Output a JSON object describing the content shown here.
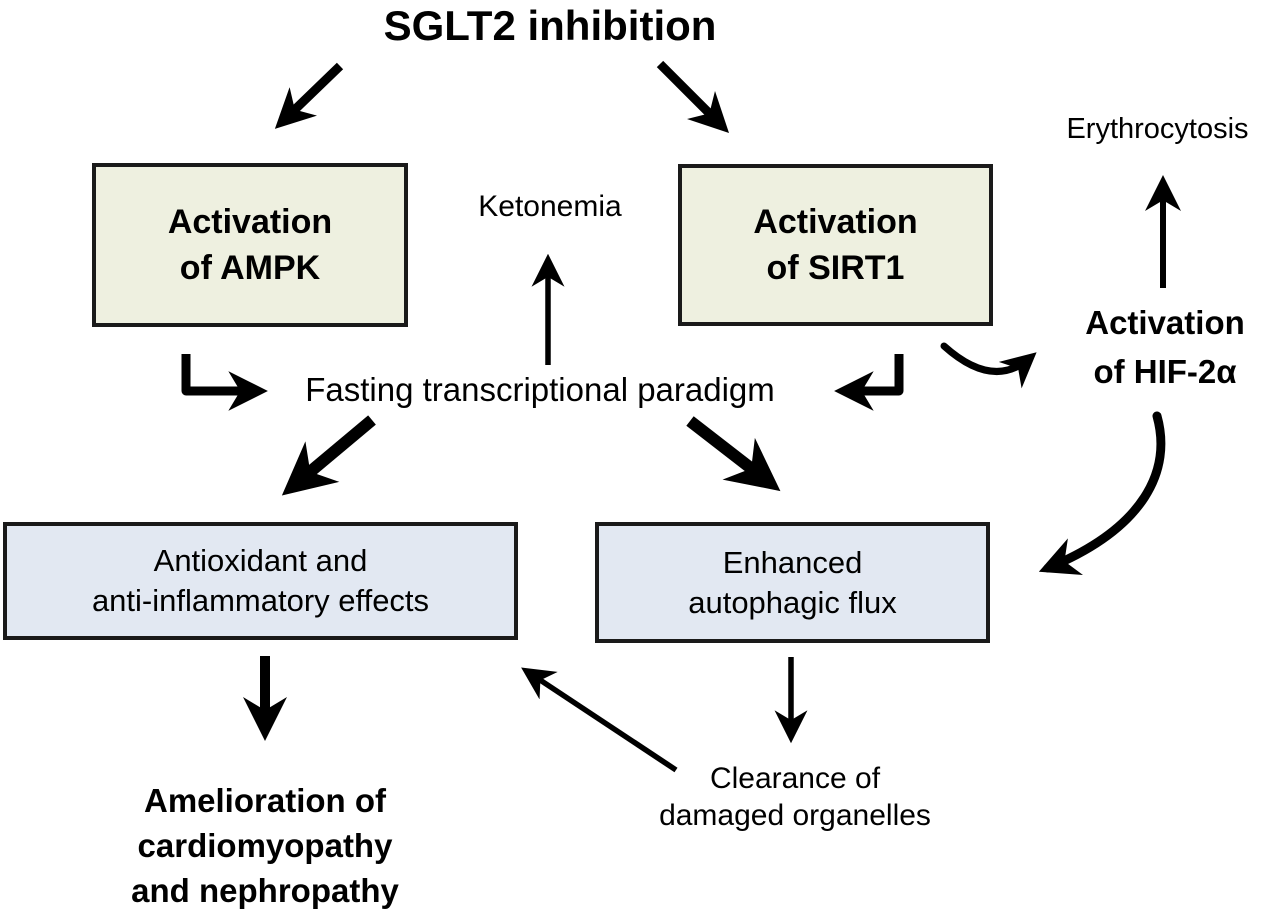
{
  "figure": {
    "type": "pathway-diagram",
    "title": "SGLT2 inhibition"
  },
  "colors": {
    "box_cream": "#eef0e0",
    "box_blue": "#e2e8f2",
    "border": "#1a1a1a",
    "arrow": "#000000",
    "background": "#ffffff",
    "text": "#000000"
  },
  "nodes": {
    "sglt2": {
      "label": "SGLT2 inhibition"
    },
    "ampk": {
      "line1": "Activation",
      "line2": "of AMPK"
    },
    "sirt1": {
      "line1": "Activation",
      "line2": "of SIRT1"
    },
    "ketonemia": {
      "label": "Ketonemia"
    },
    "erythrocytosis": {
      "label": "Erythrocytosis"
    },
    "hif2a": {
      "line1": "Activation",
      "line2": "of HIF-2α"
    },
    "fasting": {
      "label": "Fasting transcriptional paradigm"
    },
    "antioxidant": {
      "line1": "Antioxidant and",
      "line2": "anti-inflammatory effects"
    },
    "autophagy": {
      "line1": "Enhanced",
      "line2": "autophagic flux"
    },
    "amelioration": {
      "line1": "Amelioration of",
      "line2": "cardiomyopathy",
      "line3": "and nephropathy"
    },
    "clearance": {
      "line1": "Clearance of",
      "line2": "damaged organelles"
    }
  },
  "edges": [
    {
      "from": "SGLT2 inhibition",
      "to": "Activation of AMPK",
      "style": "bold-diagonal"
    },
    {
      "from": "SGLT2 inhibition",
      "to": "Activation of SIRT1",
      "style": "bold-diagonal"
    },
    {
      "from": "Activation of AMPK",
      "to": "Fasting transcriptional paradigm",
      "style": "bold-elbow"
    },
    {
      "from": "Activation of SIRT1",
      "to": "Fasting transcriptional paradigm",
      "style": "bold-elbow"
    },
    {
      "from": "Fasting transcriptional paradigm",
      "to": "Ketonemia",
      "style": "thin-vertical"
    },
    {
      "from": "Activation of SIRT1",
      "to": "Activation of HIF-2α",
      "style": "curved"
    },
    {
      "from": "Activation of HIF-2α",
      "to": "Erythrocytosis",
      "style": "thin-vertical"
    },
    {
      "from": "Activation of HIF-2α",
      "to": "Enhanced autophagic flux",
      "style": "curved-bold"
    },
    {
      "from": "Fasting transcriptional paradigm",
      "to": "Antioxidant and anti-inflammatory effects",
      "style": "bold-diagonal"
    },
    {
      "from": "Fasting transcriptional paradigm",
      "to": "Enhanced autophagic flux",
      "style": "bold-diagonal"
    },
    {
      "from": "Antioxidant and anti-inflammatory effects",
      "to": "Amelioration of cardiomyopathy and nephropathy",
      "style": "bold-vertical"
    },
    {
      "from": "Enhanced autophagic flux",
      "to": "Clearance of damaged organelles",
      "style": "thin-vertical"
    },
    {
      "from": "Clearance of damaged organelles",
      "to": "Antioxidant and anti-inflammatory effects",
      "style": "thin-diagonal"
    }
  ]
}
